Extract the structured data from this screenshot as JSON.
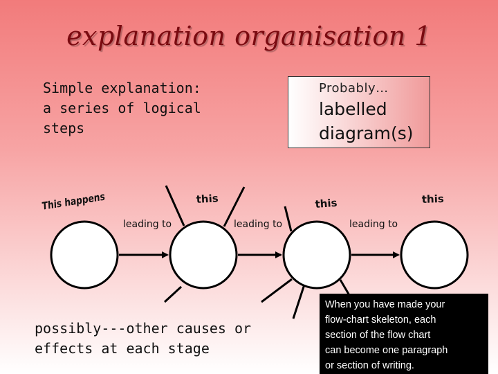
{
  "title": "explanation organisation 1",
  "intro": {
    "line1": "Simple explanation:",
    "line2": "a series of logical",
    "line3": "steps"
  },
  "box": {
    "small": "Probably…",
    "line1": "labelled",
    "line2": "diagram(s)"
  },
  "flow": {
    "start_label": "This happens",
    "step_labels": [
      "this",
      "this",
      "this"
    ],
    "connector_label": "leading to"
  },
  "possibly": {
    "line1": "possibly---other causes or",
    "line2": "effects at each stage"
  },
  "note": {
    "lines": [
      "When you have made your",
      "flow-chart skeleton, each",
      "section of the flow chart",
      "can become one paragraph",
      "or section of writing."
    ]
  },
  "colors": {
    "title": "#7a0a10",
    "background_top": "#f27b7b",
    "note_background": "#000000"
  }
}
